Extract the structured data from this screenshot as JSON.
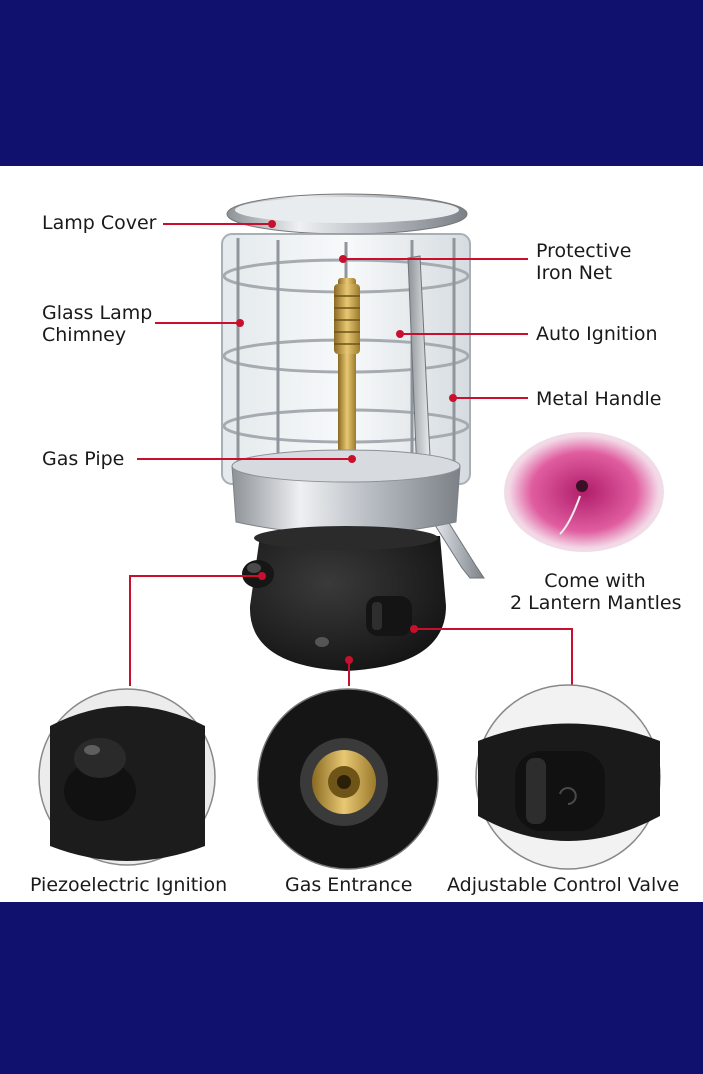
{
  "colors": {
    "frame": "#10106e",
    "background": "#ffffff",
    "callout_line": "#c8102e",
    "text": "#1a1a1a",
    "lantern_body": "#1d1d1d",
    "chrome": "#c9cdd2",
    "brass": "#c9a24a",
    "mantle_pink": "#d93a8c"
  },
  "labels": {
    "lamp_cover": "Lamp Cover",
    "protective_line1": "Protective",
    "protective_line2": "Iron Net",
    "glass_line1": "Glass Lamp",
    "glass_line2": "Chimney",
    "auto_ignition": "Auto Ignition",
    "metal_handle": "Metal Handle",
    "gas_pipe": "Gas Pipe",
    "mantles_line1": "Come with",
    "mantles_line2": "2 Lantern Mantles",
    "piezo": "Piezoelectric Ignition",
    "gas_entrance": "Gas Entrance",
    "control_valve": "Adjustable Control Valve"
  }
}
